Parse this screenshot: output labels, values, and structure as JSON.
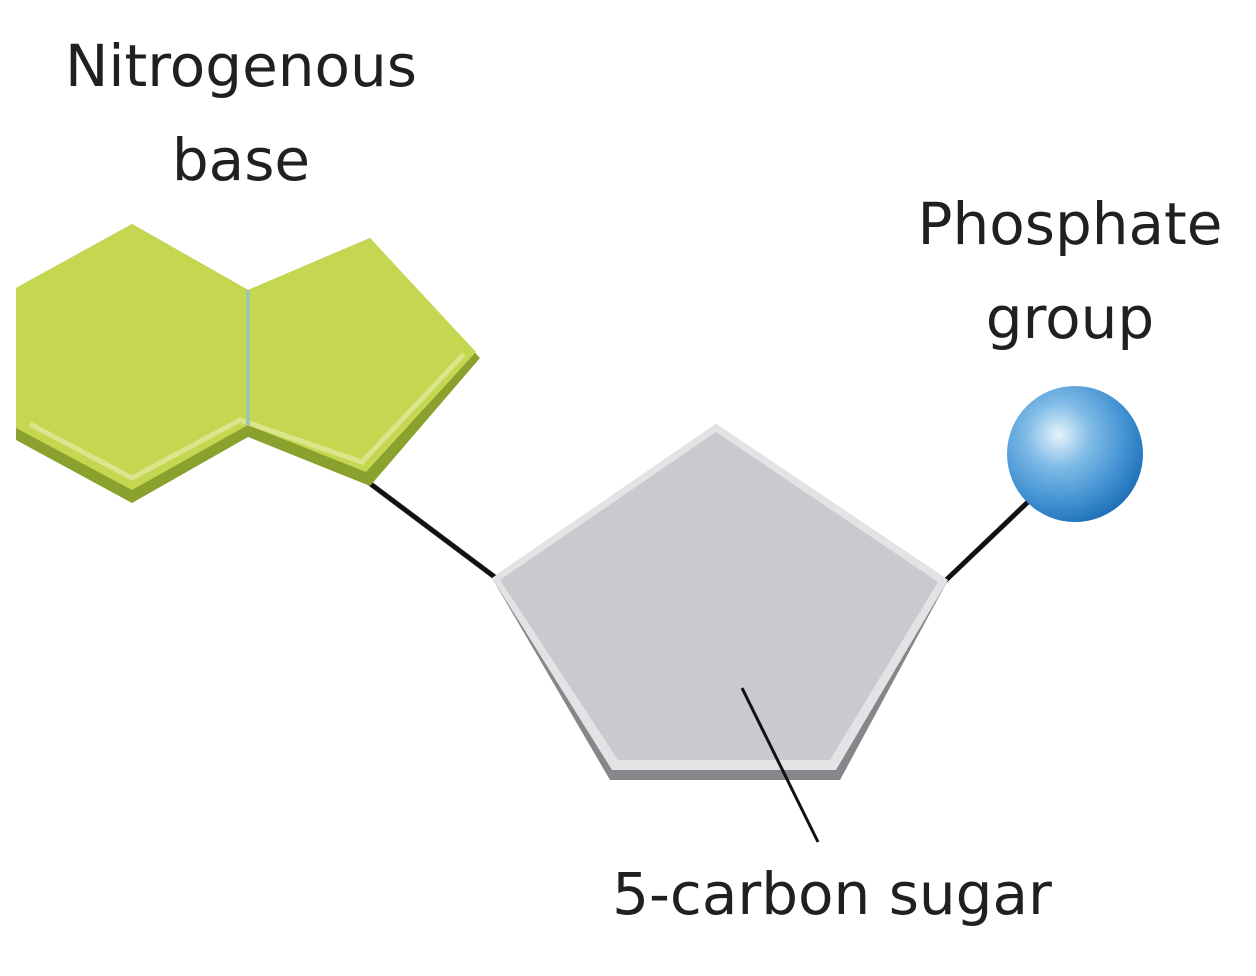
{
  "labels": {
    "base_line1": "Nitrogenous",
    "base_line2": "base",
    "phosphate_line1": "Phosphate",
    "phosphate_line2": "group",
    "sugar": "5-carbon sugar"
  },
  "colors": {
    "base_fill": "#c5d650",
    "base_shadow": "#8aa12e",
    "base_divider": "#9cc7a8",
    "sugar_fill": "#c8cacd",
    "sugar_shadow": "#85878a",
    "phosphate_light": "#e6f3fb",
    "phosphate_mid": "#4f9fd9",
    "phosphate_dark": "#1f70b8",
    "bond": "#111111"
  }
}
